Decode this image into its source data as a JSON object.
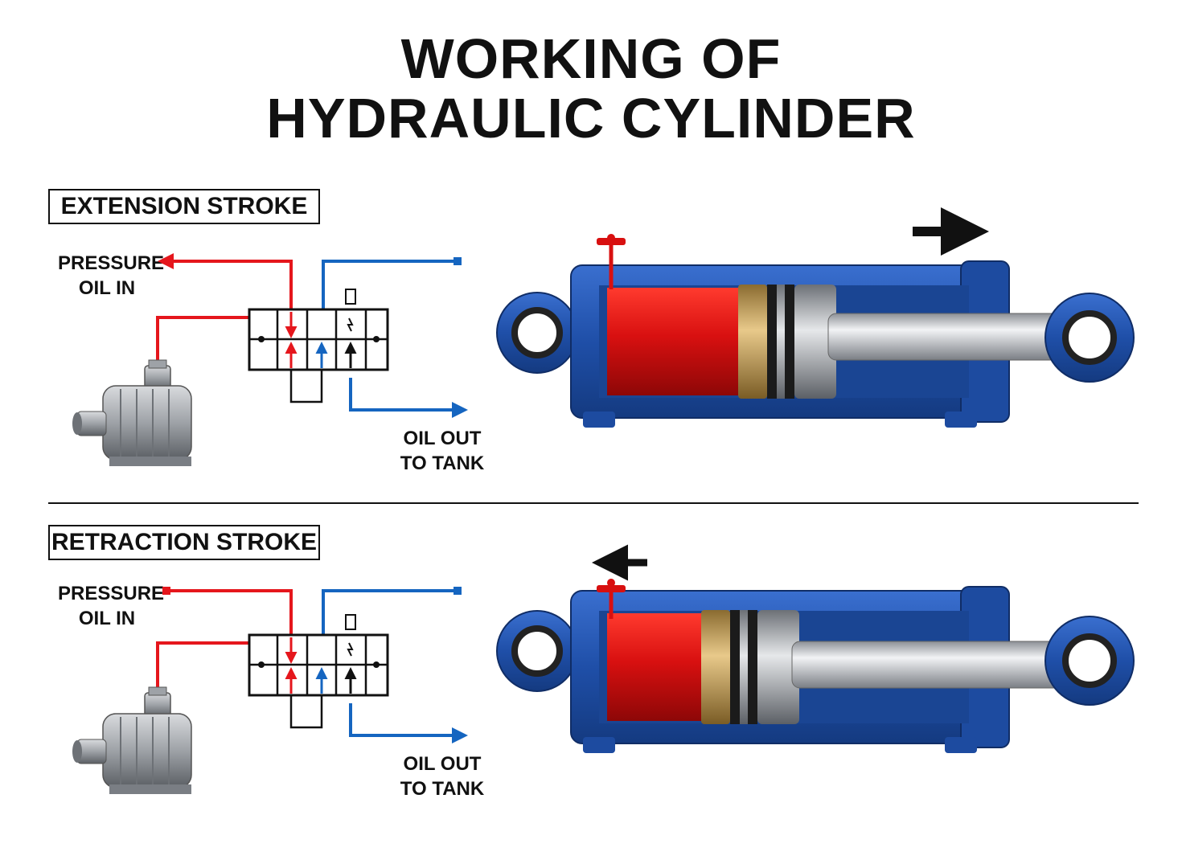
{
  "title": {
    "line1": "WORKING OF",
    "line2": "HYDRAULIC CYLINDER"
  },
  "strokes": [
    {
      "name": "EXTENSION STROKE",
      "inlet_label_1": "PRESSURE",
      "inlet_label_2": "OIL IN",
      "outlet_label_1": "OIL OUT",
      "outlet_label_2": "TO TANK",
      "motion": "right"
    },
    {
      "name": "RETRACTION STROKE",
      "inlet_label_1": "PRESSURE",
      "inlet_label_2": "OIL IN",
      "outlet_label_1": "OIL OUT",
      "outlet_label_2": "TO TANK",
      "motion": "left"
    }
  ],
  "colors": {
    "pressure_line": "#e5161c",
    "return_line": "#1565c0",
    "cylinder_body": "#1f4fa8",
    "pressurized_oil": "#d81010",
    "return_oil": "#1e4fa2",
    "piston_brass": "#c9a35a",
    "rod_steel": "#c8ccd0"
  },
  "icons": [
    "pump-motor-icon",
    "directional-valve-icon",
    "hydraulic-cylinder-icon",
    "motion-arrow-icon",
    "bleed-valve-icon"
  ]
}
